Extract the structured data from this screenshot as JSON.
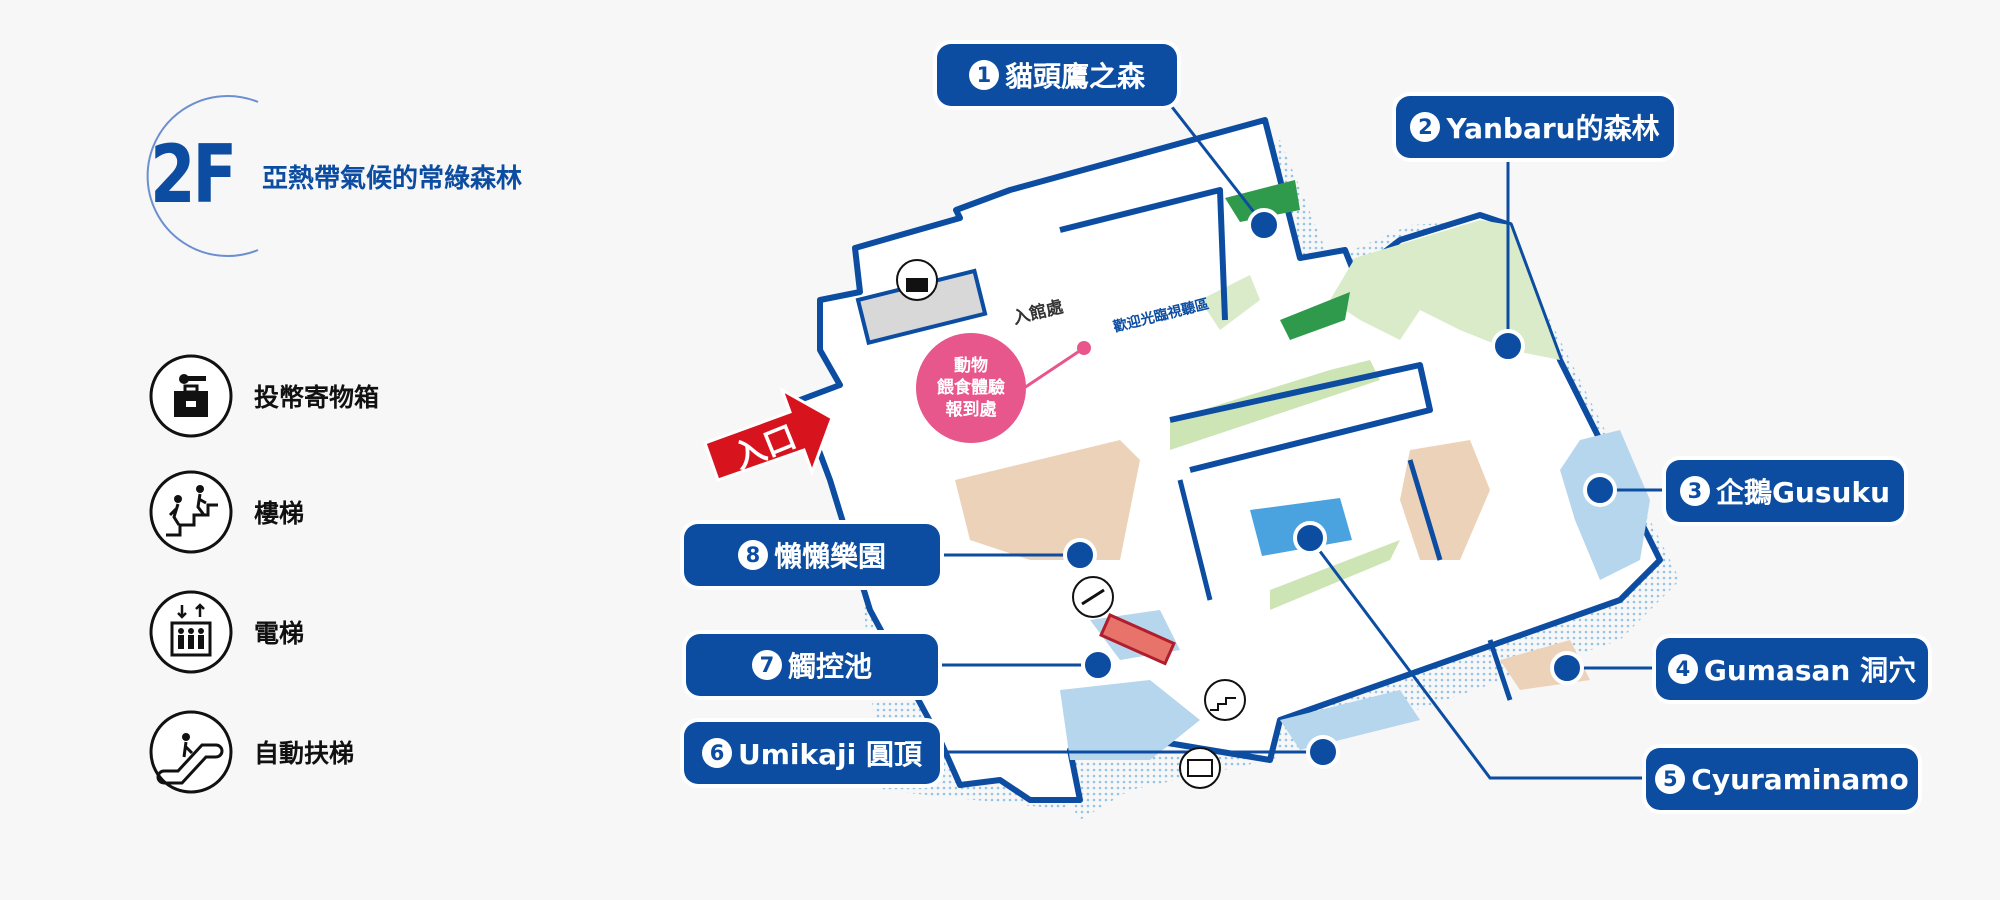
{
  "floor": {
    "number": "2F",
    "title": "亞熱帶氣候的常綠森林"
  },
  "legend": [
    {
      "icon": "coin-locker-icon",
      "label": "投幣寄物箱"
    },
    {
      "icon": "stairs-icon",
      "label": "樓梯"
    },
    {
      "icon": "elevator-icon",
      "label": "電梯"
    },
    {
      "icon": "escalator-icon",
      "label": "自動扶梯"
    }
  ],
  "map_labels": {
    "entrance": "入口",
    "reception": "入館處",
    "welcome_hall": "歡迎光臨視聽區",
    "feeding_checkin": [
      "動物",
      "餵食體驗",
      "報到處"
    ]
  },
  "areas": [
    {
      "num": "1",
      "name": "貓頭鷹之森"
    },
    {
      "num": "2",
      "name": "Yanbaru的森林"
    },
    {
      "num": "3",
      "name": "企鵝Gusuku"
    },
    {
      "num": "4",
      "name": "Gumasan 洞穴"
    },
    {
      "num": "5",
      "name": "Cyuraminamo"
    },
    {
      "num": "6",
      "name": "Umikaji 圓頂"
    },
    {
      "num": "7",
      "name": "觸控池"
    },
    {
      "num": "8",
      "name": "懶懶樂園"
    }
  ],
  "colors": {
    "brand_blue": "#0c4da2",
    "entrance_red": "#d7131d",
    "feeding_pink": "#e8578b",
    "forest_green": "#d9ebc8",
    "water_blue": "#b6d6ee",
    "sand": "#ecd2b8"
  }
}
